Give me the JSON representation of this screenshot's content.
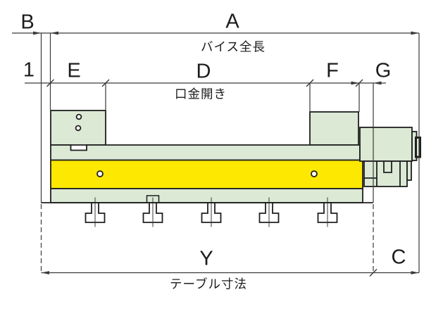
{
  "diagram": {
    "title_hint": "vise-dimension-drawing",
    "labels": {
      "A": "A",
      "B": "B",
      "C": "C",
      "D": "D",
      "E": "E",
      "F": "F",
      "G": "G",
      "Y": "Y",
      "one": "1"
    },
    "captions": {
      "vise_total_length": "バイス全長",
      "jaw_opening": "口金開き",
      "table_dimension": "テーブル寸法"
    },
    "colors": {
      "body_fill": "#dbe9d5",
      "slide_fill": "#fce800",
      "outline": "#1f1f1f",
      "dim_line": "#3a3a3a",
      "hole_fill": "#ffffff"
    }
  }
}
